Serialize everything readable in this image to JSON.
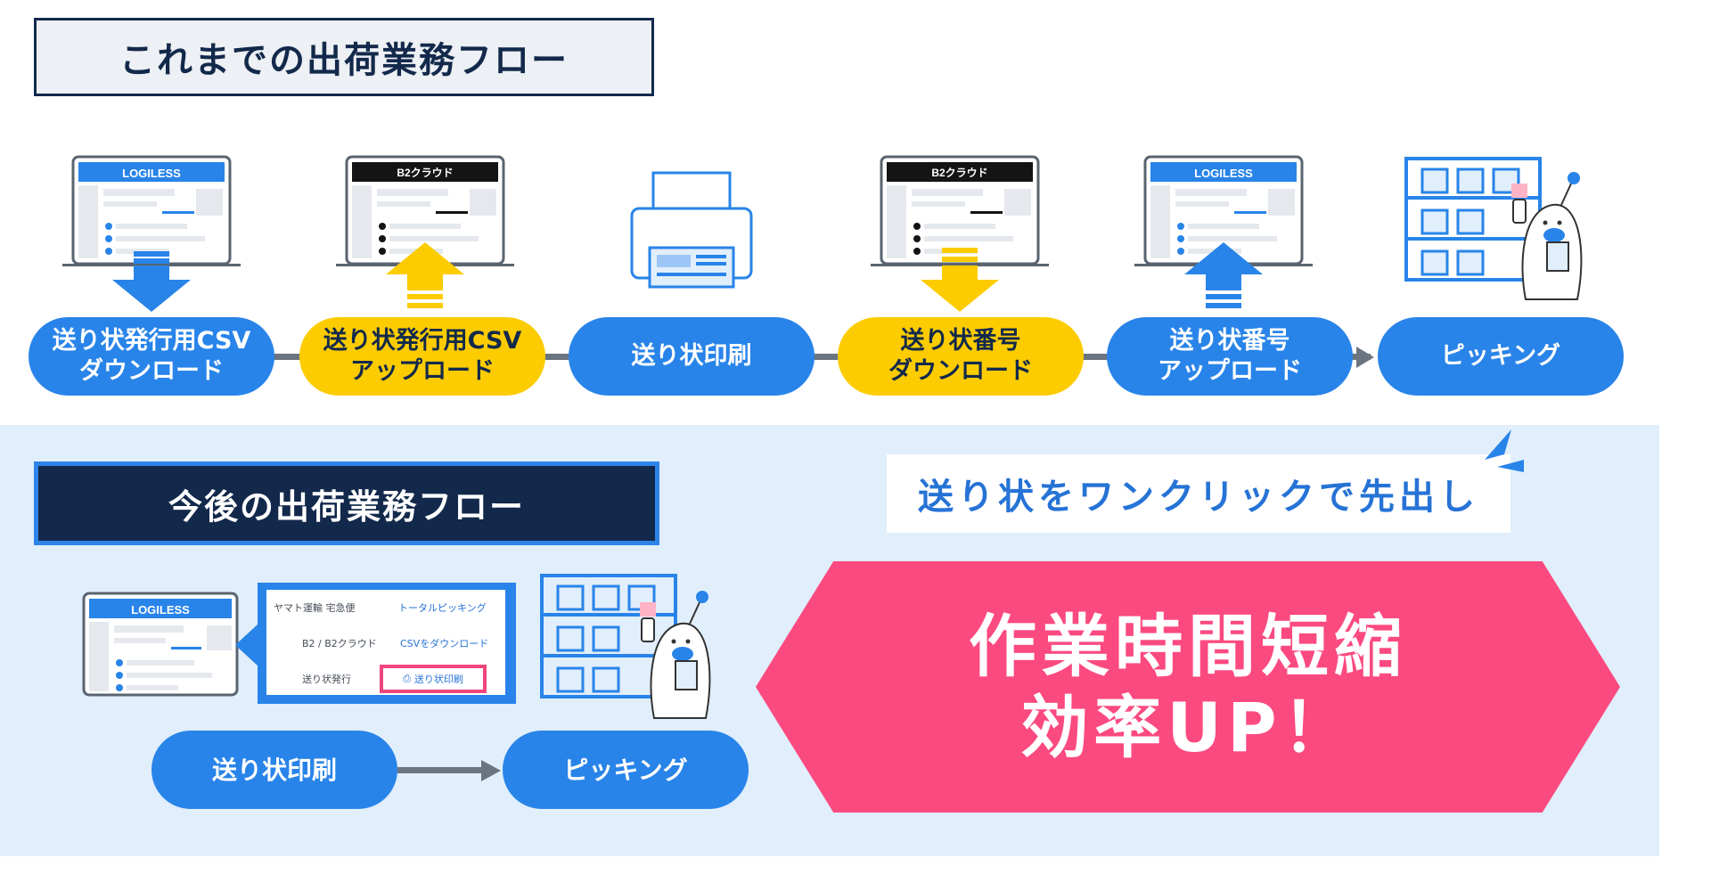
{
  "old_flow": {
    "title": "これまでの出荷業務フロー",
    "monitor_logo": "LOGILESS",
    "monitor_b2": "B2クラウド",
    "steps": [
      {
        "line1": "送り状発行用CSV",
        "line2": "ダウンロード",
        "color": "blue"
      },
      {
        "line1": "送り状発行用CSV",
        "line2": "アップロード",
        "color": "yellow"
      },
      {
        "line1": "送り状印刷",
        "line2": "",
        "color": "blue"
      },
      {
        "line1": "送り状番号",
        "line2": "ダウンロード",
        "color": "yellow"
      },
      {
        "line1": "送り状番号",
        "line2": "アップロード",
        "color": "blue"
      },
      {
        "line1": "ピッキング",
        "line2": "",
        "color": "blue"
      }
    ]
  },
  "new_flow": {
    "title": "今後の出荷業務フロー",
    "callout": "送り状をワンクリックで先出し",
    "monitor_logo": "LOGILESS",
    "panel": {
      "row1_left": "ヤマト運輸 宅急便",
      "row1_right": "トータルピッキング",
      "row2_left": "B2 / B2クラウド",
      "row2_right": "CSVをダウンロード",
      "row3_left": "送り状発行",
      "row3_button": "送り状印刷"
    },
    "steps": [
      {
        "label": "送り状印刷"
      },
      {
        "label": "ピッキング"
      }
    ],
    "result_line1": "作業時間短縮",
    "result_line2": "効率UP！"
  },
  "colors": {
    "navy": "#13294b",
    "blue": "#2884e9",
    "yellow": "#fccc00",
    "pink": "#fb4a80",
    "band": "#e1eefb"
  }
}
